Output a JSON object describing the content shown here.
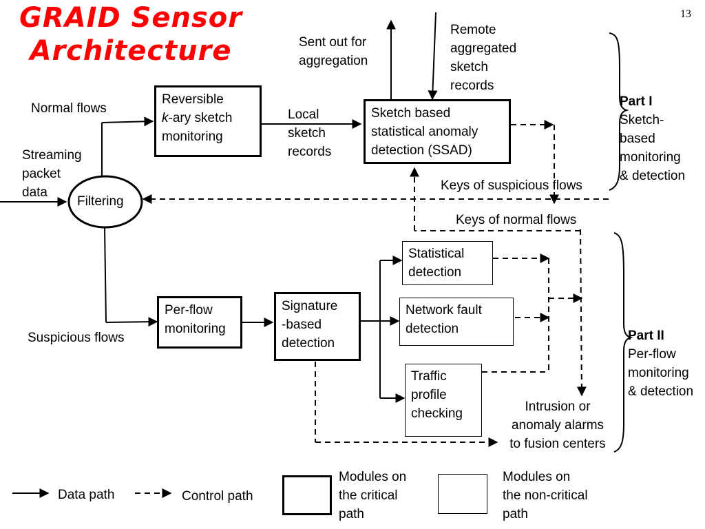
{
  "title": [
    "GRAID Sensor",
    "Architecture"
  ],
  "page_number": "13",
  "labels": {
    "normal_flows": "Normal flows",
    "streaming": [
      "Streaming",
      "packet",
      "data"
    ],
    "filtering": "Filtering",
    "suspicious_flows": "Suspicious flows",
    "sent_out": [
      "Sent out for",
      "aggregation"
    ],
    "remote": [
      "Remote",
      "aggregated",
      "sketch",
      "records"
    ],
    "local": [
      "Local",
      "sketch",
      "records"
    ],
    "keys_suspicious": "Keys of suspicious flows",
    "keys_normal": "Keys of normal flows",
    "intrusion": [
      "Intrusion or",
      "anomaly alarms",
      "to fusion centers"
    ]
  },
  "modules": {
    "reversible": [
      "Reversible",
      "-ary sketch",
      "monitoring"
    ],
    "reversible_k": "k",
    "ssad": [
      "Sketch based",
      "statistical anomaly",
      "detection (SSAD)"
    ],
    "perflow": [
      "Per-flow",
      "monitoring"
    ],
    "signature": [
      "Signature",
      "-based",
      "detection"
    ],
    "statistical": [
      "Statistical",
      "detection"
    ],
    "network_fault": [
      "Network fault",
      "detection"
    ],
    "traffic": [
      "Traffic",
      "profile",
      "checking"
    ]
  },
  "parts": {
    "part1_title": "Part I",
    "part1_desc": [
      "Sketch-",
      "based",
      "monitoring",
      "& detection"
    ],
    "part2_title": "Part II",
    "part2_desc": [
      "Per-flow",
      "monitoring",
      "& detection"
    ]
  },
  "legend": {
    "data_path": "Data path",
    "control_path": "Control path",
    "critical": [
      "Modules on",
      "the critical",
      "path"
    ],
    "noncritical": [
      "Modules on",
      "the non-critical",
      "path"
    ]
  }
}
